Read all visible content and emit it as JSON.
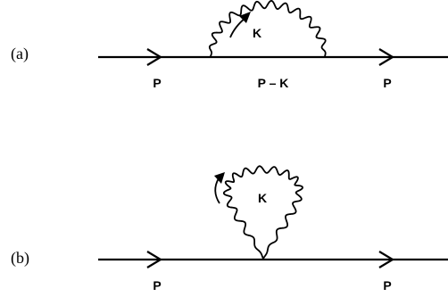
{
  "panels": {
    "a": {
      "label": "(a)",
      "momenta": {
        "incoming": "P",
        "internal": "P – K",
        "outgoing": "P",
        "loop": "K"
      }
    },
    "b": {
      "label": "(b)",
      "momenta": {
        "incoming": "P",
        "outgoing": "P",
        "loop": "K"
      }
    }
  }
}
